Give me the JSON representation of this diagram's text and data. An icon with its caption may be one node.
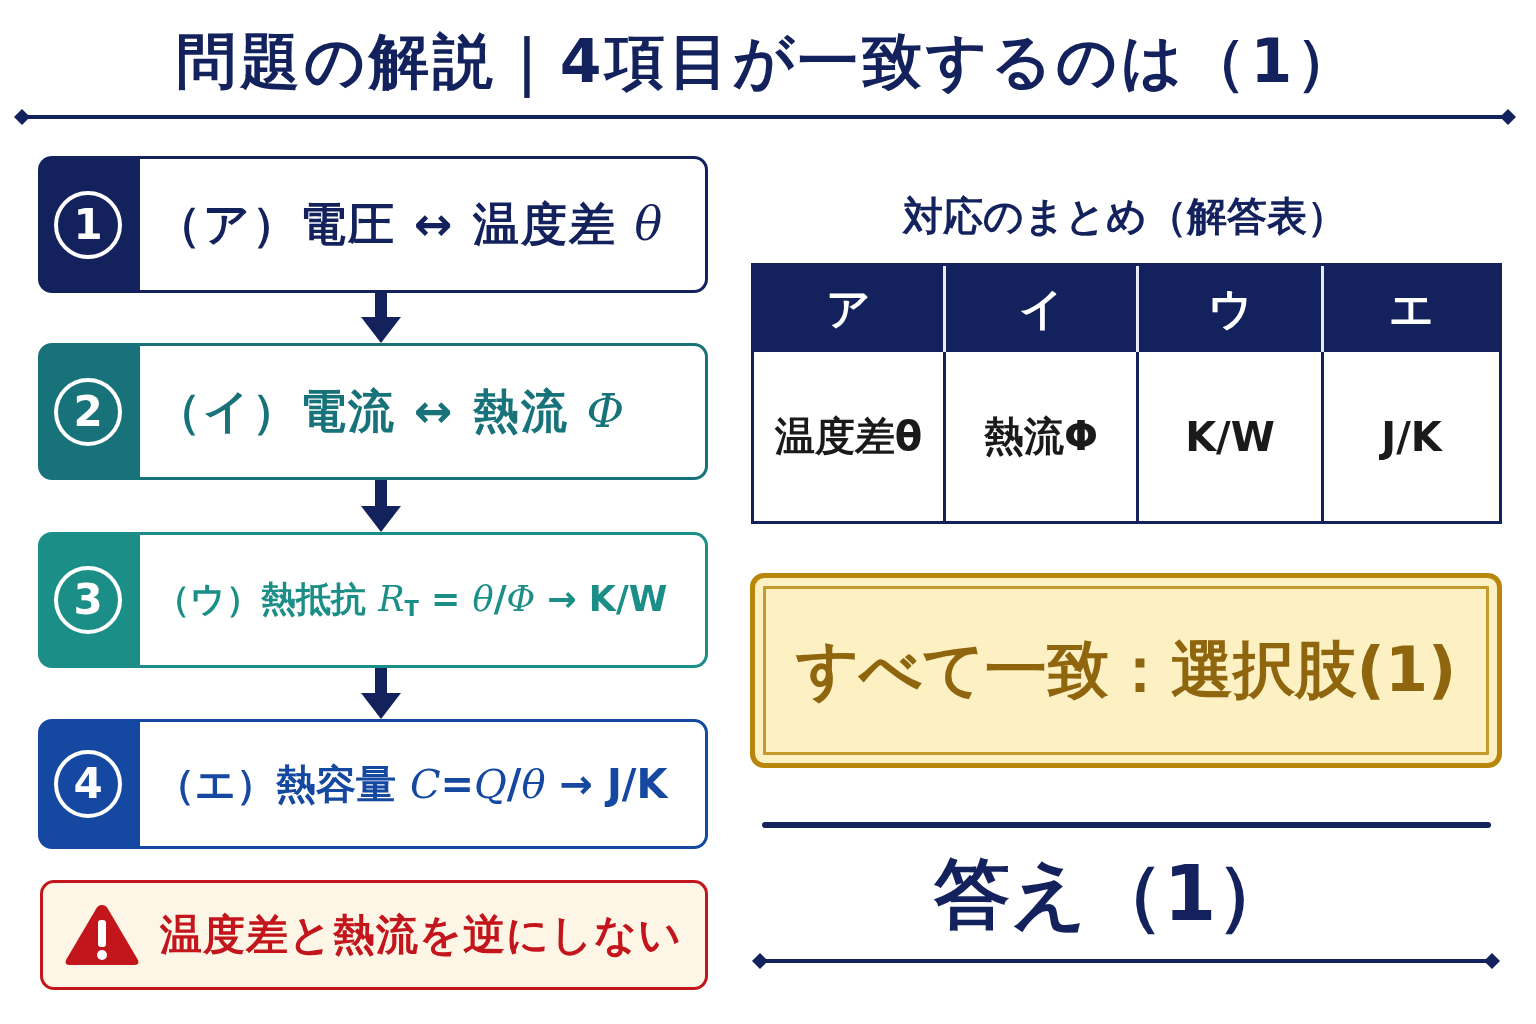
{
  "diagram": {
    "title": "問題の解説｜4項目が一致するのは（1）",
    "nodes": [
      {
        "text": [
          "1",
          "（ア）電圧 ↔ 温度差 *θ*"
        ]
      },
      {
        "text": [
          "2",
          "（イ）電流 ↔ 熱流 *Φ*"
        ]
      },
      {
        "text": [
          "3",
          "（ウ）熱抵抗 *R*$_{T}$ = *θ*/*Φ* → K/W"
        ]
      },
      {
        "text": [
          "4",
          "（エ）熱容量 *C*=*Q*/*θ* → J/K"
        ]
      },
      {
        "text": [
          "温度差と熱流を逆にしない"
        ]
      },
      {
        "text": [
          "すべて一致：選択肢(1)"
        ]
      }
    ],
    "edges": [
      {
        "from": 0,
        "to": 1,
        "arrow": "to"
      },
      {
        "from": 1,
        "to": 2,
        "arrow": "to"
      },
      {
        "from": 2,
        "to": 3,
        "arrow": "to"
      }
    ],
    "labels": [
      "対応のまとめ（解答表）",
      "ア",
      "イ",
      "ウ",
      "エ",
      "温度差θ",
      "熱流Φ",
      "K/W",
      "J/K",
      "答え（1）"
    ]
  }
}
